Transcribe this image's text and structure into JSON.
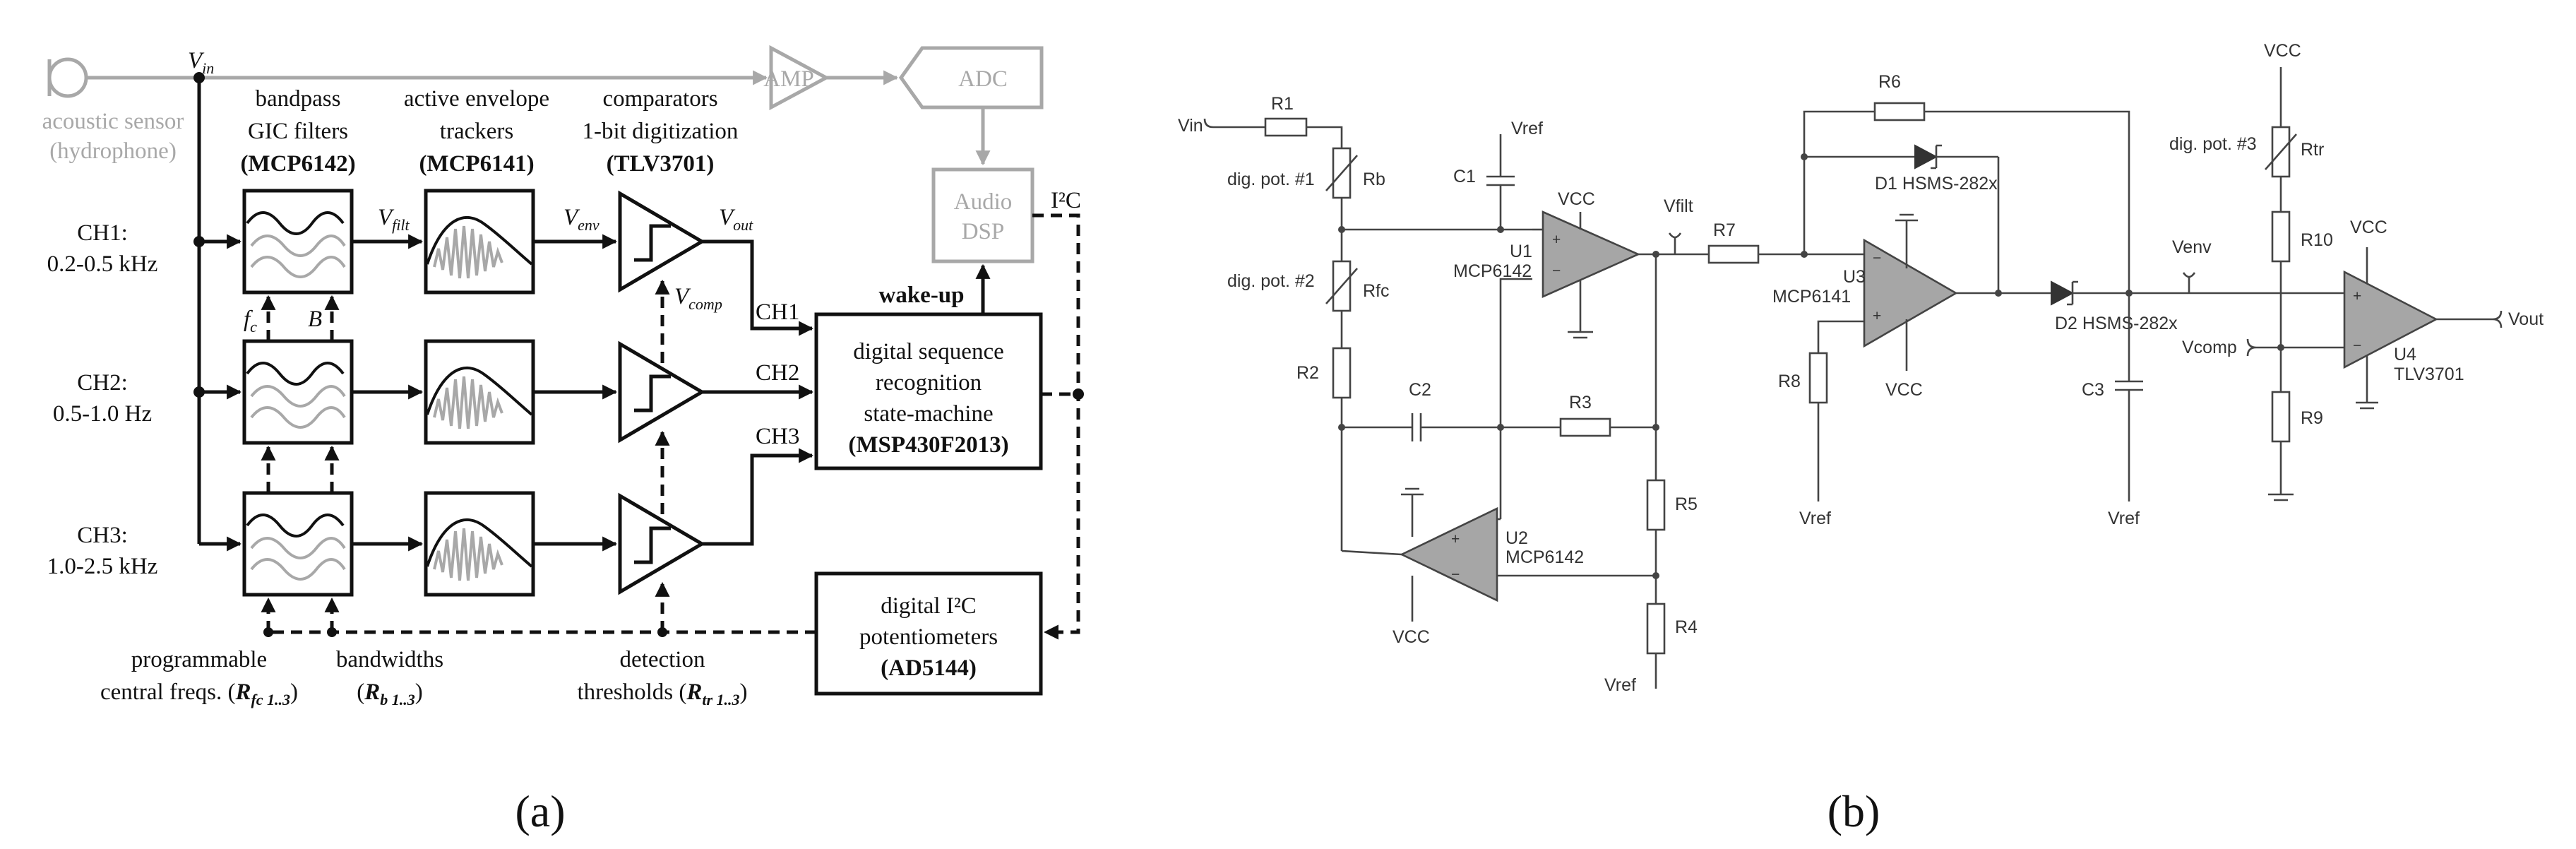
{
  "figure": {
    "panel_a": {
      "label": "(a)",
      "vin": "V",
      "vin_sub": "in",
      "sensor": [
        "acoustic sensor",
        "(hydrophone)"
      ],
      "amp": "AMP",
      "adc": "ADC",
      "audio_dsp": [
        "Audio",
        "DSP"
      ],
      "i2c": "I²C",
      "headers": {
        "filters": [
          "bandpass",
          "GIC filters",
          "(MCP6142)"
        ],
        "trackers": [
          "active envelope",
          "trackers",
          "(MCP6141)"
        ],
        "comparators": [
          "comparators",
          "1-bit digitization",
          "(TLV3701)"
        ]
      },
      "channels": [
        {
          "name": "CH1:",
          "range": "0.2-0.5 kHz"
        },
        {
          "name": "CH2:",
          "range": "0.5-1.0 Hz"
        },
        {
          "name": "CH3:",
          "range": "1.0-2.5 kHz"
        }
      ],
      "signals": {
        "vfilt": "V",
        "vfilt_sub": "filt",
        "venv": "V",
        "venv_sub": "env",
        "vout": "V",
        "vout_sub": "out",
        "vcomp": "V",
        "vcomp_sub": "comp",
        "fc": "f",
        "fc_sub": "c",
        "bw": "B"
      },
      "ch_labels": [
        "CH1",
        "CH2",
        "CH3"
      ],
      "wakeup": "wake-up",
      "state_machine": [
        "digital sequence",
        "recognition",
        "state-machine",
        "(MSP430F2013)"
      ],
      "potentiometers": [
        "digital I²C",
        "potentiometers",
        "(AD5144)"
      ],
      "bottom_labels": {
        "freqs": [
          "programmable",
          "central freqs. ("
        ],
        "freqs_r": "R",
        "freqs_r_sub": "fc 1..3",
        "bandwidths": "bandwidths",
        "bw_r": "R",
        "bw_r_sub": "b 1..3",
        "detection": "detection",
        "thresholds": "thresholds (",
        "thr_r": "R",
        "thr_r_sub": "tr 1..3",
        "close": ")"
      }
    },
    "panel_b": {
      "label": "(b)",
      "resistors": [
        "R1",
        "R2",
        "R3",
        "R4",
        "R5",
        "R6",
        "R7",
        "R8",
        "R9",
        "R10"
      ],
      "caps": [
        "C1",
        "C2",
        "C3"
      ],
      "pots": {
        "rb": "Rb",
        "rfc": "Rfc",
        "rtr": "Rtr",
        "pot1": "dig. pot. #1",
        "pot2": "dig. pot. #2",
        "pot3": "dig. pot. #3"
      },
      "amps": [
        {
          "ref": "U1",
          "part": "MCP6142"
        },
        {
          "ref": "U2",
          "part": "MCP6142"
        },
        {
          "ref": "U3",
          "part": "MCP6141"
        },
        {
          "ref": "U4",
          "part": "TLV3701"
        }
      ],
      "diodes": [
        "D1 HSMS-282x",
        "D2 HSMS-282x"
      ],
      "nets": {
        "vin": "Vin",
        "vref": "Vref",
        "vcc": "VCC",
        "vfilt": "Vfilt",
        "venv": "Venv",
        "vcomp": "Vcomp",
        "vout": "Vout"
      }
    }
  }
}
